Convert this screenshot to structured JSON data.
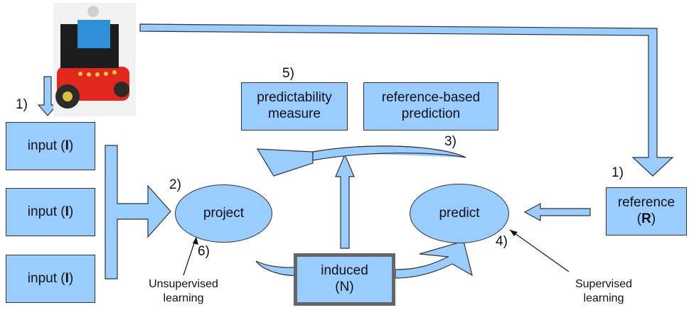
{
  "steps": {
    "s1_left": "1)",
    "s1_right": "1)",
    "s2": "2)",
    "s3": "3)",
    "s4": "4)",
    "s5": "5)",
    "s6": "6)"
  },
  "inputs": [
    {
      "prefix": "input (",
      "bold": "I",
      "suffix": ")"
    },
    {
      "prefix": "input (",
      "bold": "I",
      "suffix": ")"
    },
    {
      "prefix": "input (",
      "bold": "I",
      "suffix": ")"
    }
  ],
  "project": "project",
  "predict": "predict",
  "predictability": {
    "line1": "predictability",
    "line2": "measure"
  },
  "reference_prediction": {
    "line1": "reference-based",
    "line2": "prediction"
  },
  "induced": {
    "line1": "induced",
    "line2": "(N)"
  },
  "reference": {
    "line1": "reference",
    "prefix": "(",
    "bold": "R",
    "suffix": ")"
  },
  "unsupervised": {
    "line1": "Unsupervised",
    "line2": "learning"
  },
  "supervised": {
    "line1": "Supervised",
    "line2": "learning"
  },
  "colors": {
    "fill": "#99ccff",
    "outline": "#333333",
    "induced_border": "#666666"
  }
}
